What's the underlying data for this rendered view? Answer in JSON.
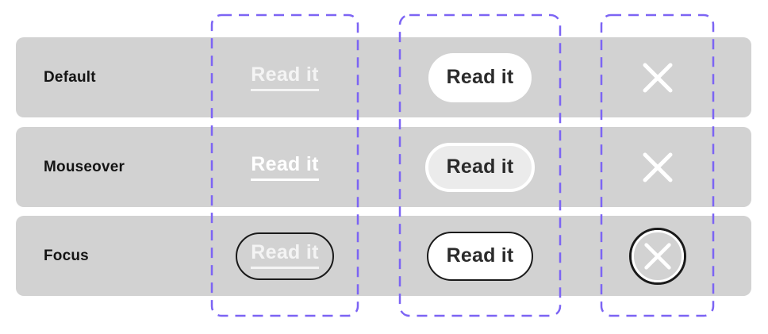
{
  "page": {
    "background": "#FFFFFF"
  },
  "colors": {
    "row_bg": "#D2D2D2",
    "annotation_purple": "#7C64F4",
    "label_text": "#141414",
    "link_text_default": "#F4F4F4",
    "link_text_hover": "#FFFFFF",
    "button_bg_default": "#FFFFFF",
    "button_bg_hover": "#EBEBEB",
    "button_hover_rim": "#FFFFFF",
    "button_text": "#2B2B2B",
    "focus_ring_black": "#1A1A1A",
    "close_icon_white": "#FFFFFF"
  },
  "icons": {
    "close": {
      "name": "close-icon",
      "glyph": "✕"
    }
  },
  "rows": [
    {
      "label": "Default",
      "link_label": "Read it",
      "button_label": "Read it"
    },
    {
      "label": "Mouseover",
      "link_label": "Read it",
      "button_label": "Read it"
    },
    {
      "label": "Focus",
      "link_label": "Read it",
      "button_label": "Read it"
    }
  ],
  "annotations": {
    "columns": [
      "link-hit-area",
      "button-hit-area",
      "close-hit-area"
    ]
  }
}
